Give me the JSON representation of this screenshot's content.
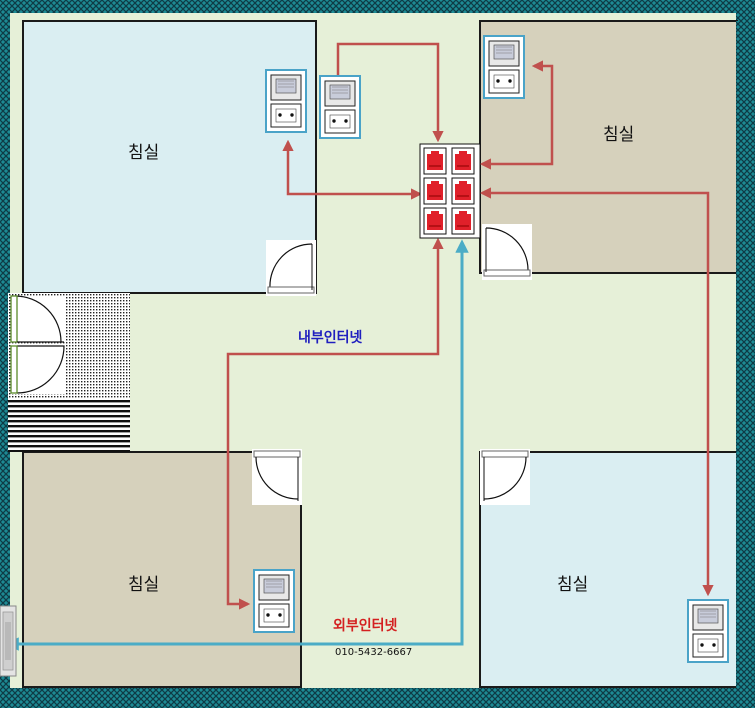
{
  "rooms": {
    "top_left": "침실",
    "top_right": "침실",
    "bottom_left": "침실",
    "bottom_right": "침실"
  },
  "network": {
    "internal_label": "내부인터넷",
    "external_label": "외부인터넷",
    "phone": "010-5432-6667"
  },
  "colors": {
    "wall_hatch": "#1d8a94",
    "wall_dark": "#0e3b46",
    "corridor": "#e6f0d8",
    "room_light_blue": "#daeef2",
    "room_tan": "#d6d1bc",
    "internal_arrow": "#c0504d",
    "external_arrow": "#4bacc6",
    "internal_text": "#1f1fbf",
    "external_text": "#d42020",
    "hub_port": "#e0202a"
  },
  "icons": {
    "wall_outlet": "network-phone-outlet-icon",
    "hub": "network-hub-icon",
    "door": "door-swing-icon",
    "entrance_jack": "external-line-jack-icon"
  }
}
